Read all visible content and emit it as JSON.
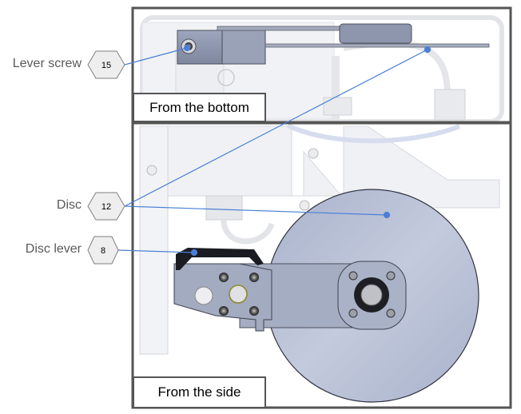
{
  "diagram": {
    "title": "Disc lever assembly",
    "views": [
      {
        "id": "bottom",
        "caption": "From the bottom"
      },
      {
        "id": "side",
        "caption": "From the side"
      }
    ],
    "callouts": [
      {
        "label": "Lever screw",
        "number": "15"
      },
      {
        "label": "Disc",
        "number": "12"
      },
      {
        "label": "Disc lever",
        "number": "8"
      }
    ],
    "colors": {
      "leader": "#4a7fd6",
      "frame": "#555555",
      "hex_fill": "#eeeeee",
      "hex_stroke": "#7f7f7f",
      "disc": "#b6bfd6",
      "metal": "#8e96ad",
      "housing": "#eef0f4"
    }
  }
}
